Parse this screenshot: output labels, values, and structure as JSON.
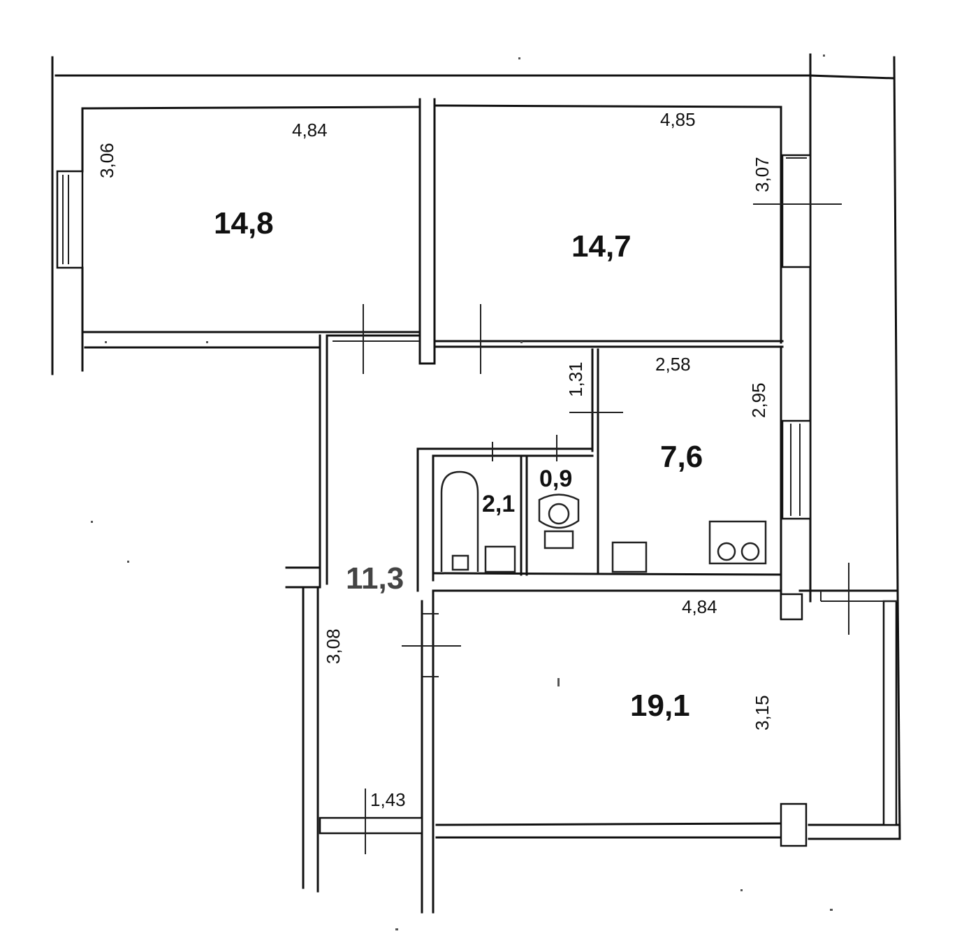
{
  "rooms": [
    {
      "id": "bedroom-1",
      "area": "14,8"
    },
    {
      "id": "bedroom-2",
      "area": "14,7"
    },
    {
      "id": "kitchen",
      "area": "7,6"
    },
    {
      "id": "bathroom",
      "area": "2,1"
    },
    {
      "id": "toilet",
      "area": "0,9"
    },
    {
      "id": "hallway",
      "area": "11,3"
    },
    {
      "id": "living-room",
      "area": "19,1"
    }
  ],
  "dimensions": {
    "bedroom1_width": "4,84",
    "bedroom1_depth": "3,06",
    "bedroom2_width": "4,85",
    "bedroom2_depth": "3,07",
    "kitchen_width": "2,58",
    "kitchen_depth": "2,95",
    "corridor_width": "1,31",
    "living_width": "4,84",
    "living_depth": "3,15",
    "hallway_length": "3,08",
    "hallway_width": "1,43"
  },
  "colors": {
    "line": "#111111",
    "background": "#ffffff"
  }
}
